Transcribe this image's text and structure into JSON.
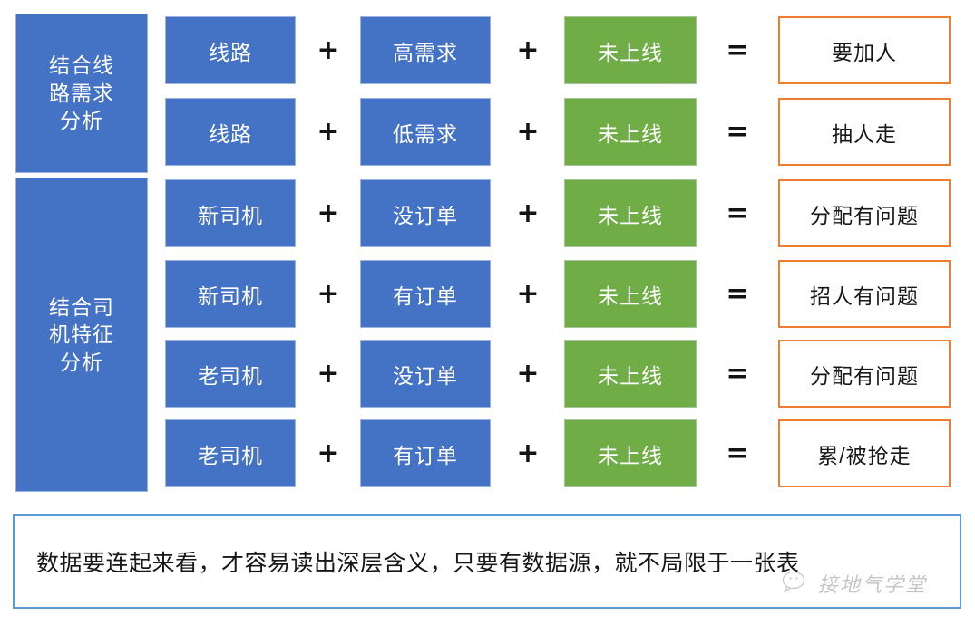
{
  "groups": [
    {
      "label": "结合线\n路需求\n分析"
    },
    {
      "label": "结合司\n机特征\n分析"
    }
  ],
  "operators": {
    "plus": "+",
    "equals": "="
  },
  "rows": [
    {
      "group": 0,
      "a": "线路",
      "b": "高需求",
      "c": "未上线",
      "result": "要加人"
    },
    {
      "group": 0,
      "a": "线路",
      "b": "低需求",
      "c": "未上线",
      "result": "抽人走"
    },
    {
      "group": 1,
      "a": "新司机",
      "b": "没订单",
      "c": "未上线",
      "result": "分配有问题"
    },
    {
      "group": 1,
      "a": "新司机",
      "b": "有订单",
      "c": "未上线",
      "result": "招人有问题"
    },
    {
      "group": 1,
      "a": "老司机",
      "b": "没订单",
      "c": "未上线",
      "result": "分配有问题"
    },
    {
      "group": 1,
      "a": "老司机",
      "b": "有订单",
      "c": "未上线",
      "result": "累/被抢走"
    }
  ],
  "note": {
    "text": "数据要连起来看，才容易读出深层含义，只要有数据源，就不局限于一张表"
  },
  "watermark": {
    "text": "接地气学堂",
    "icon": "wechat-bubble-icon"
  },
  "colors": {
    "blue": "#4472C4",
    "green": "#70AD47",
    "orange": "#ED7D31",
    "note_border": "#5B9BD5"
  }
}
